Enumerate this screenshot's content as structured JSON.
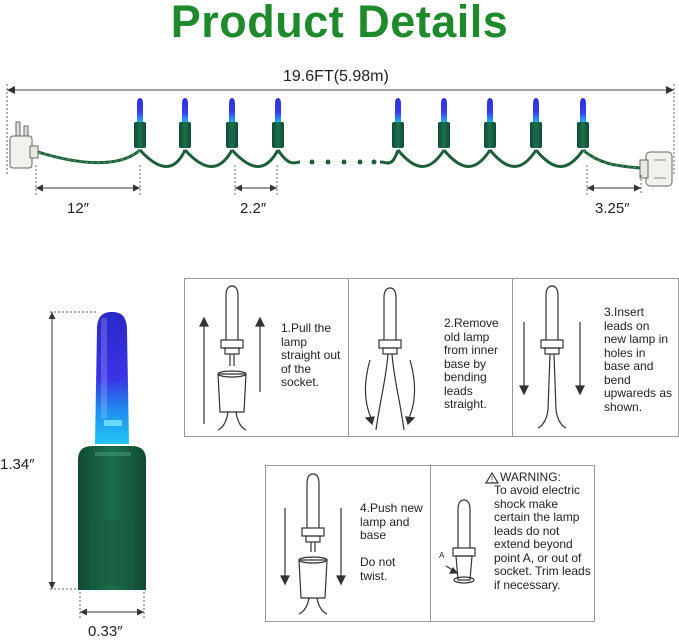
{
  "title": "Product Details",
  "dimensions": {
    "total_length": "19.6FT(5.98m)",
    "lead_length": "12″",
    "bulb_spacing": "2.2″",
    "end_length": "3.25″",
    "bulb_height": "1.34″",
    "bulb_width": "0.33″"
  },
  "bulb_colors": {
    "blue": "#2a2fd0",
    "cyan": "#1fa8f0",
    "base_green": "#1d6b4a",
    "wire_green": "#1e5e3a",
    "title_green": "#1f8a2c"
  },
  "steps": [
    {
      "id": "1",
      "text": "1.Pull the lamp straight out of the socket."
    },
    {
      "id": "2",
      "text": "2.Remove old lamp from inner base by bending leads straight."
    },
    {
      "id": "3",
      "text": "3.Insert leads on new lamp in holes in base and bend upwareds as shown."
    },
    {
      "id": "4",
      "text": "4.Push new lamp and base",
      "note": "Do not twist."
    }
  ],
  "warning": {
    "heading": "WARNING:",
    "text": "To avoid electric shock make certain the lamp leads do not extend beyond point A, or out of socket. Trim leads if necessary.",
    "point_label": "A"
  }
}
